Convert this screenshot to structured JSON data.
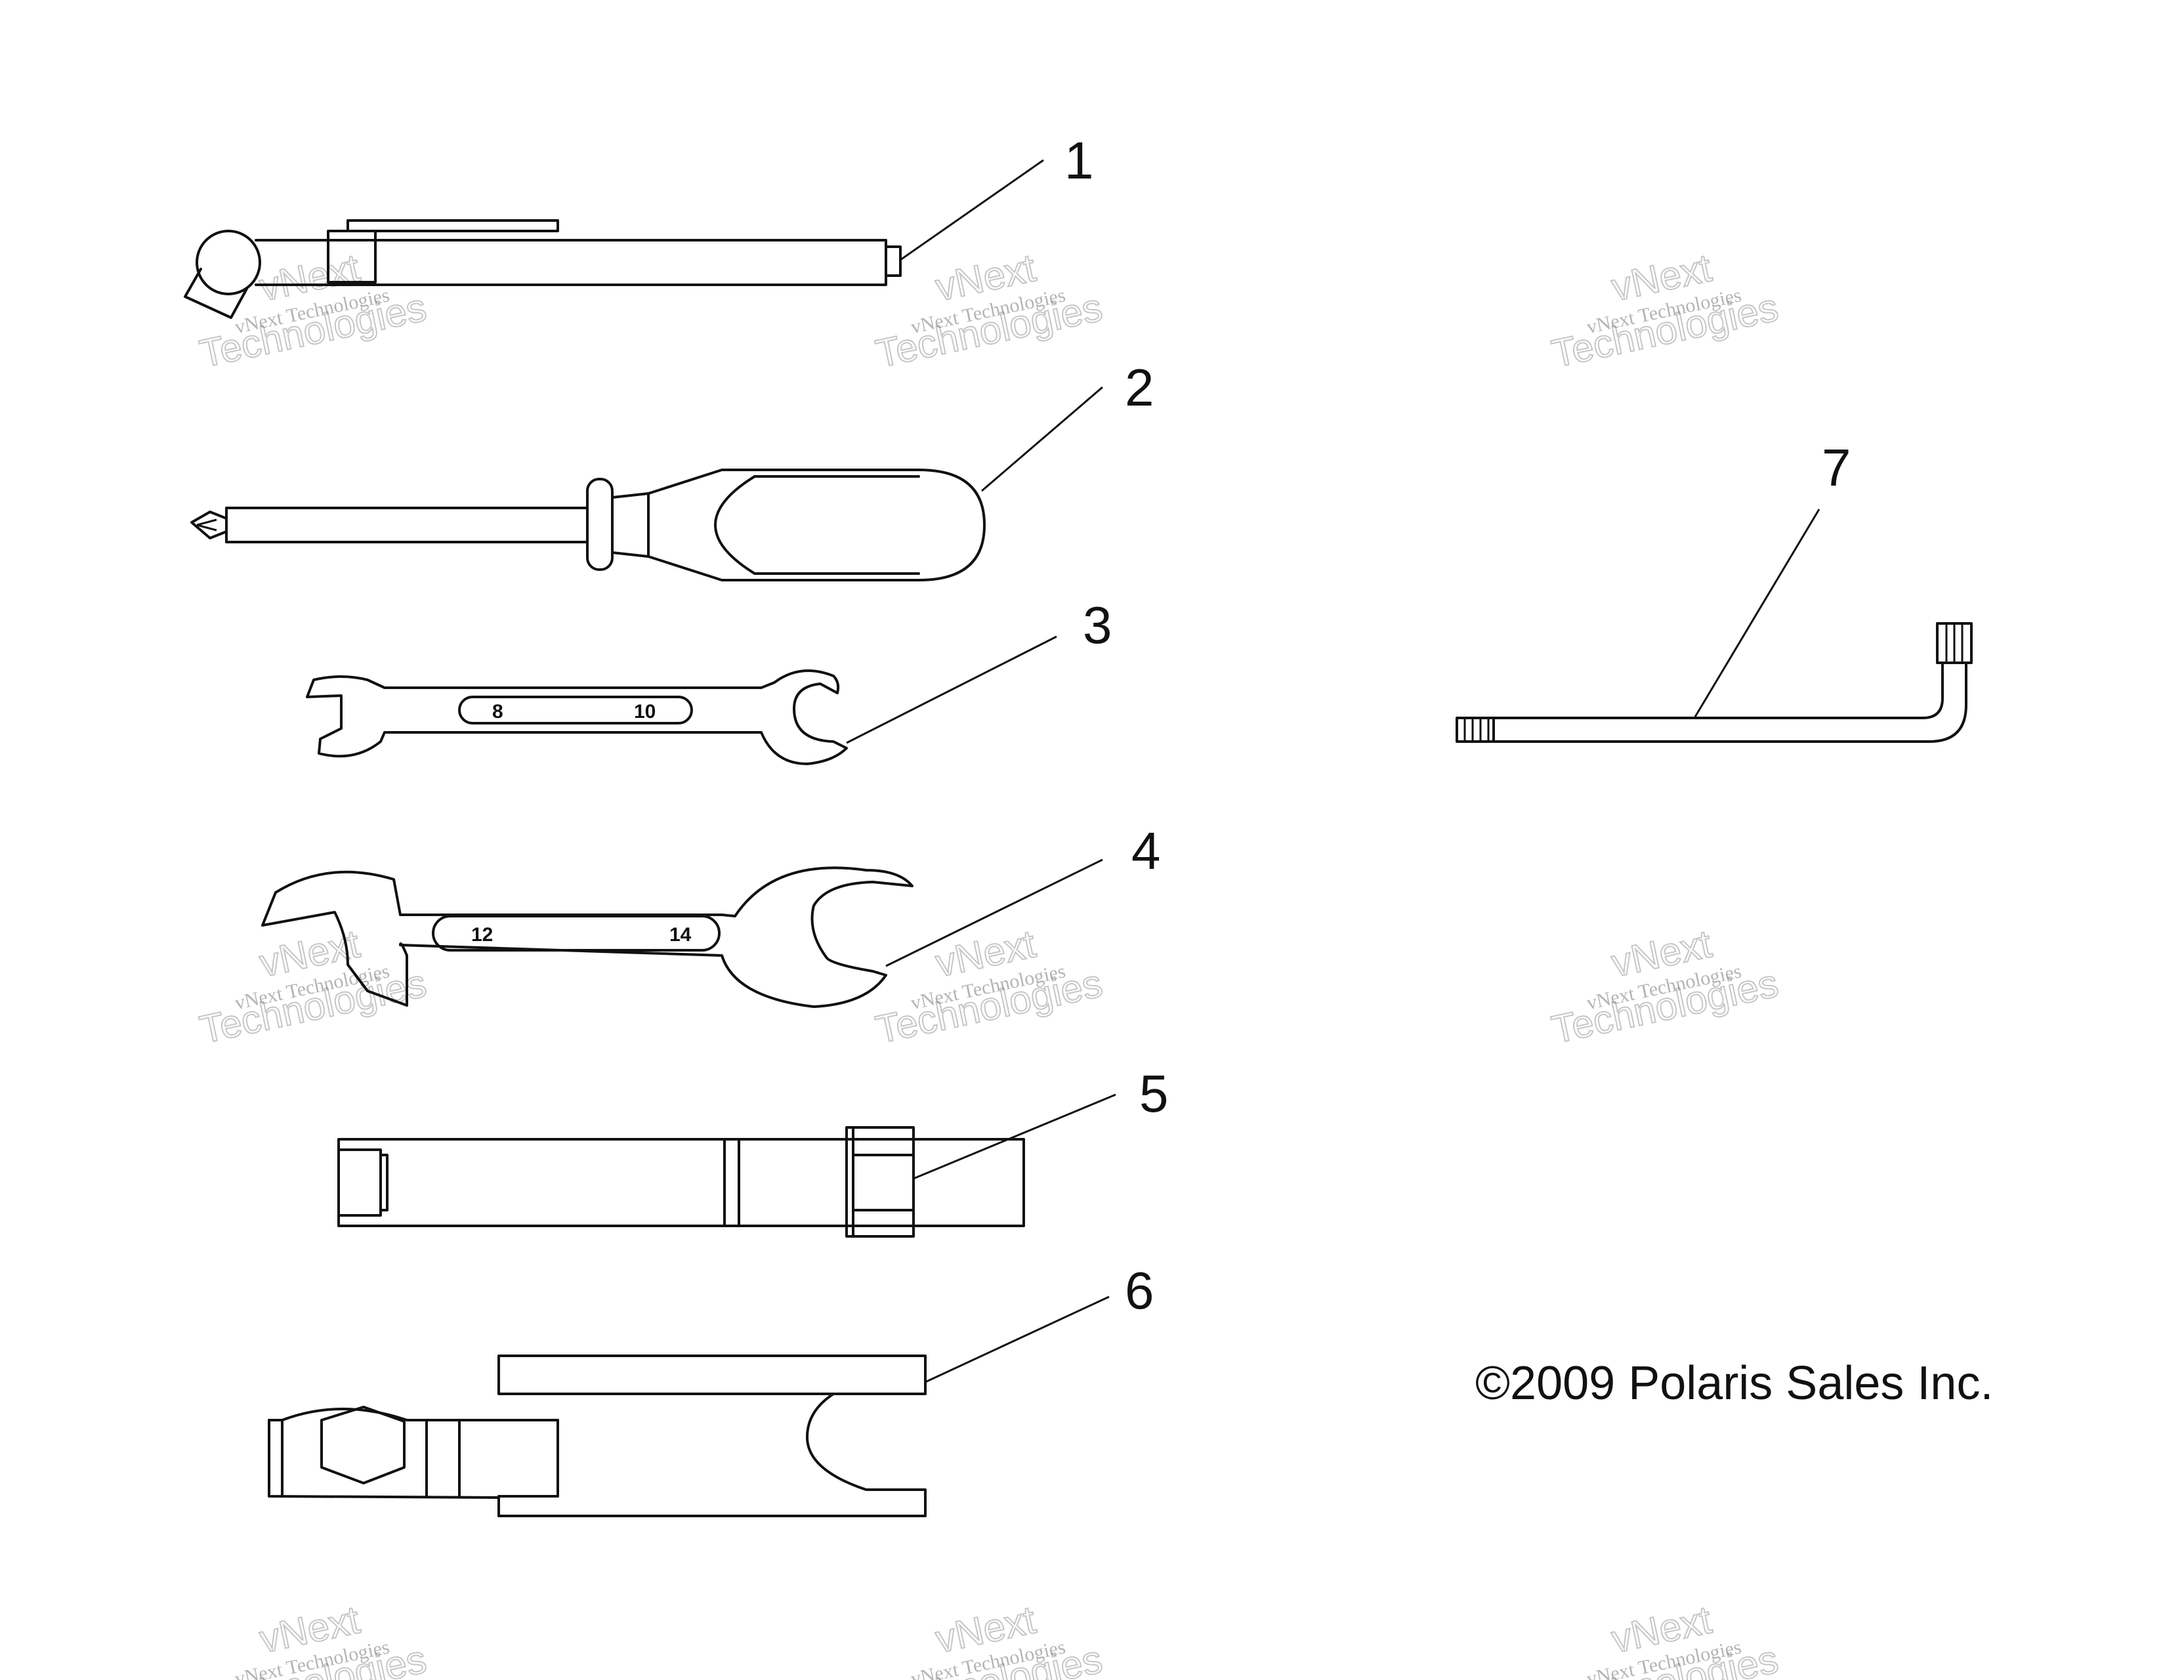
{
  "callouts": [
    "1",
    "2",
    "3",
    "4",
    "5",
    "6",
    "7"
  ],
  "wrench_small_sizes": [
    "8",
    "10"
  ],
  "wrench_large_sizes": [
    "12",
    "14"
  ],
  "copyright": "©2009 Polaris Sales Inc.",
  "watermark": {
    "line1": "vNext Technologies",
    "line2": "Technologies",
    "line3": "vNext"
  }
}
